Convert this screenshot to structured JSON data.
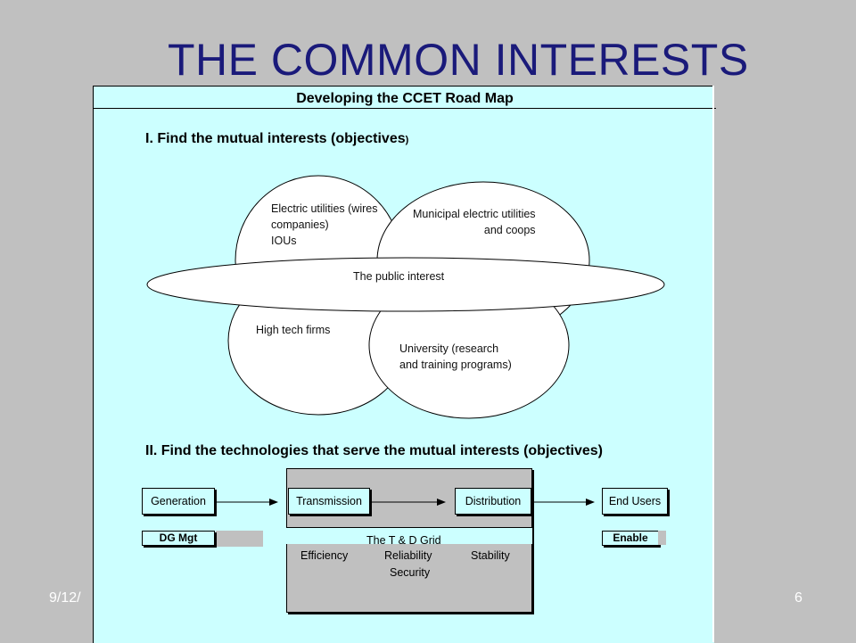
{
  "slide": {
    "title": "THE COMMON INTERESTS",
    "date": "9/12/",
    "page_number": "6"
  },
  "panel": {
    "header": "Developing the CCET Road Map",
    "section1": "I. Find the mutual interests (objectives",
    "section1_paren": ")",
    "section2": "II. Find the technologies that serve the mutual interests (objectives)"
  },
  "ovals": {
    "electric_utilities": [
      "Electric utilities  (wires",
      "companies)",
      "IOUs"
    ],
    "municipal": [
      "Municipal electric utilities",
      "and coops"
    ],
    "public_interest": "The public interest",
    "high_tech": "High tech firms",
    "university": [
      "University (research",
      "and training programs)"
    ]
  },
  "flow": {
    "generation": "Generation",
    "transmission": "Transmission",
    "distribution": "Distribution",
    "end_users": "End Users",
    "dg_mgt": "DG Mgt",
    "enable": "Enable",
    "grid_title": "The T & D Grid",
    "efficiency": "Efficiency",
    "reliability": "Reliability",
    "stability": "Stability",
    "security": "Security"
  },
  "colors": {
    "background": "#c0c0c0",
    "panel": "#ccffff",
    "title": "#1a1a7a"
  }
}
